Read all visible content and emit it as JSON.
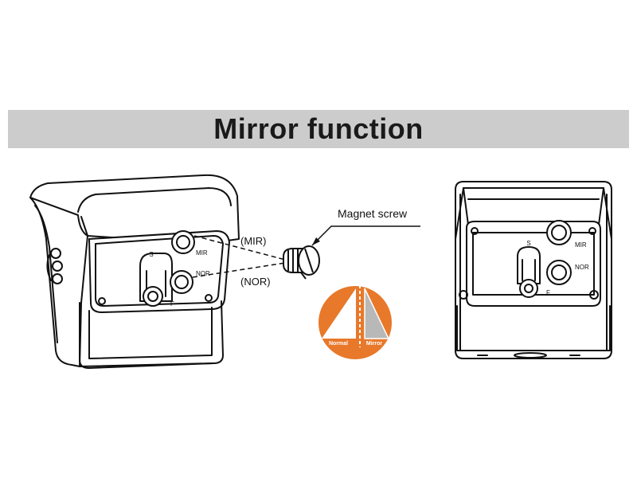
{
  "banner": {
    "title": "Mirror function"
  },
  "callouts": {
    "magnet_screw": "Magnet screw",
    "mir": "(MIR)",
    "nor": "(NOR)"
  },
  "left_camera": {
    "label_s": "S",
    "label_mir": "MIR",
    "label_nor": "NOR",
    "label_f": "F"
  },
  "right_camera": {
    "label_s": "S",
    "label_mir": "MIR",
    "label_nor": "NOR",
    "label_f": "F"
  },
  "badge": {
    "normal_label": "Normal",
    "mirror_label": "Mirror",
    "color": "#e8782a"
  },
  "colors": {
    "banner_bg": "#cccccc",
    "line": "#111111"
  }
}
